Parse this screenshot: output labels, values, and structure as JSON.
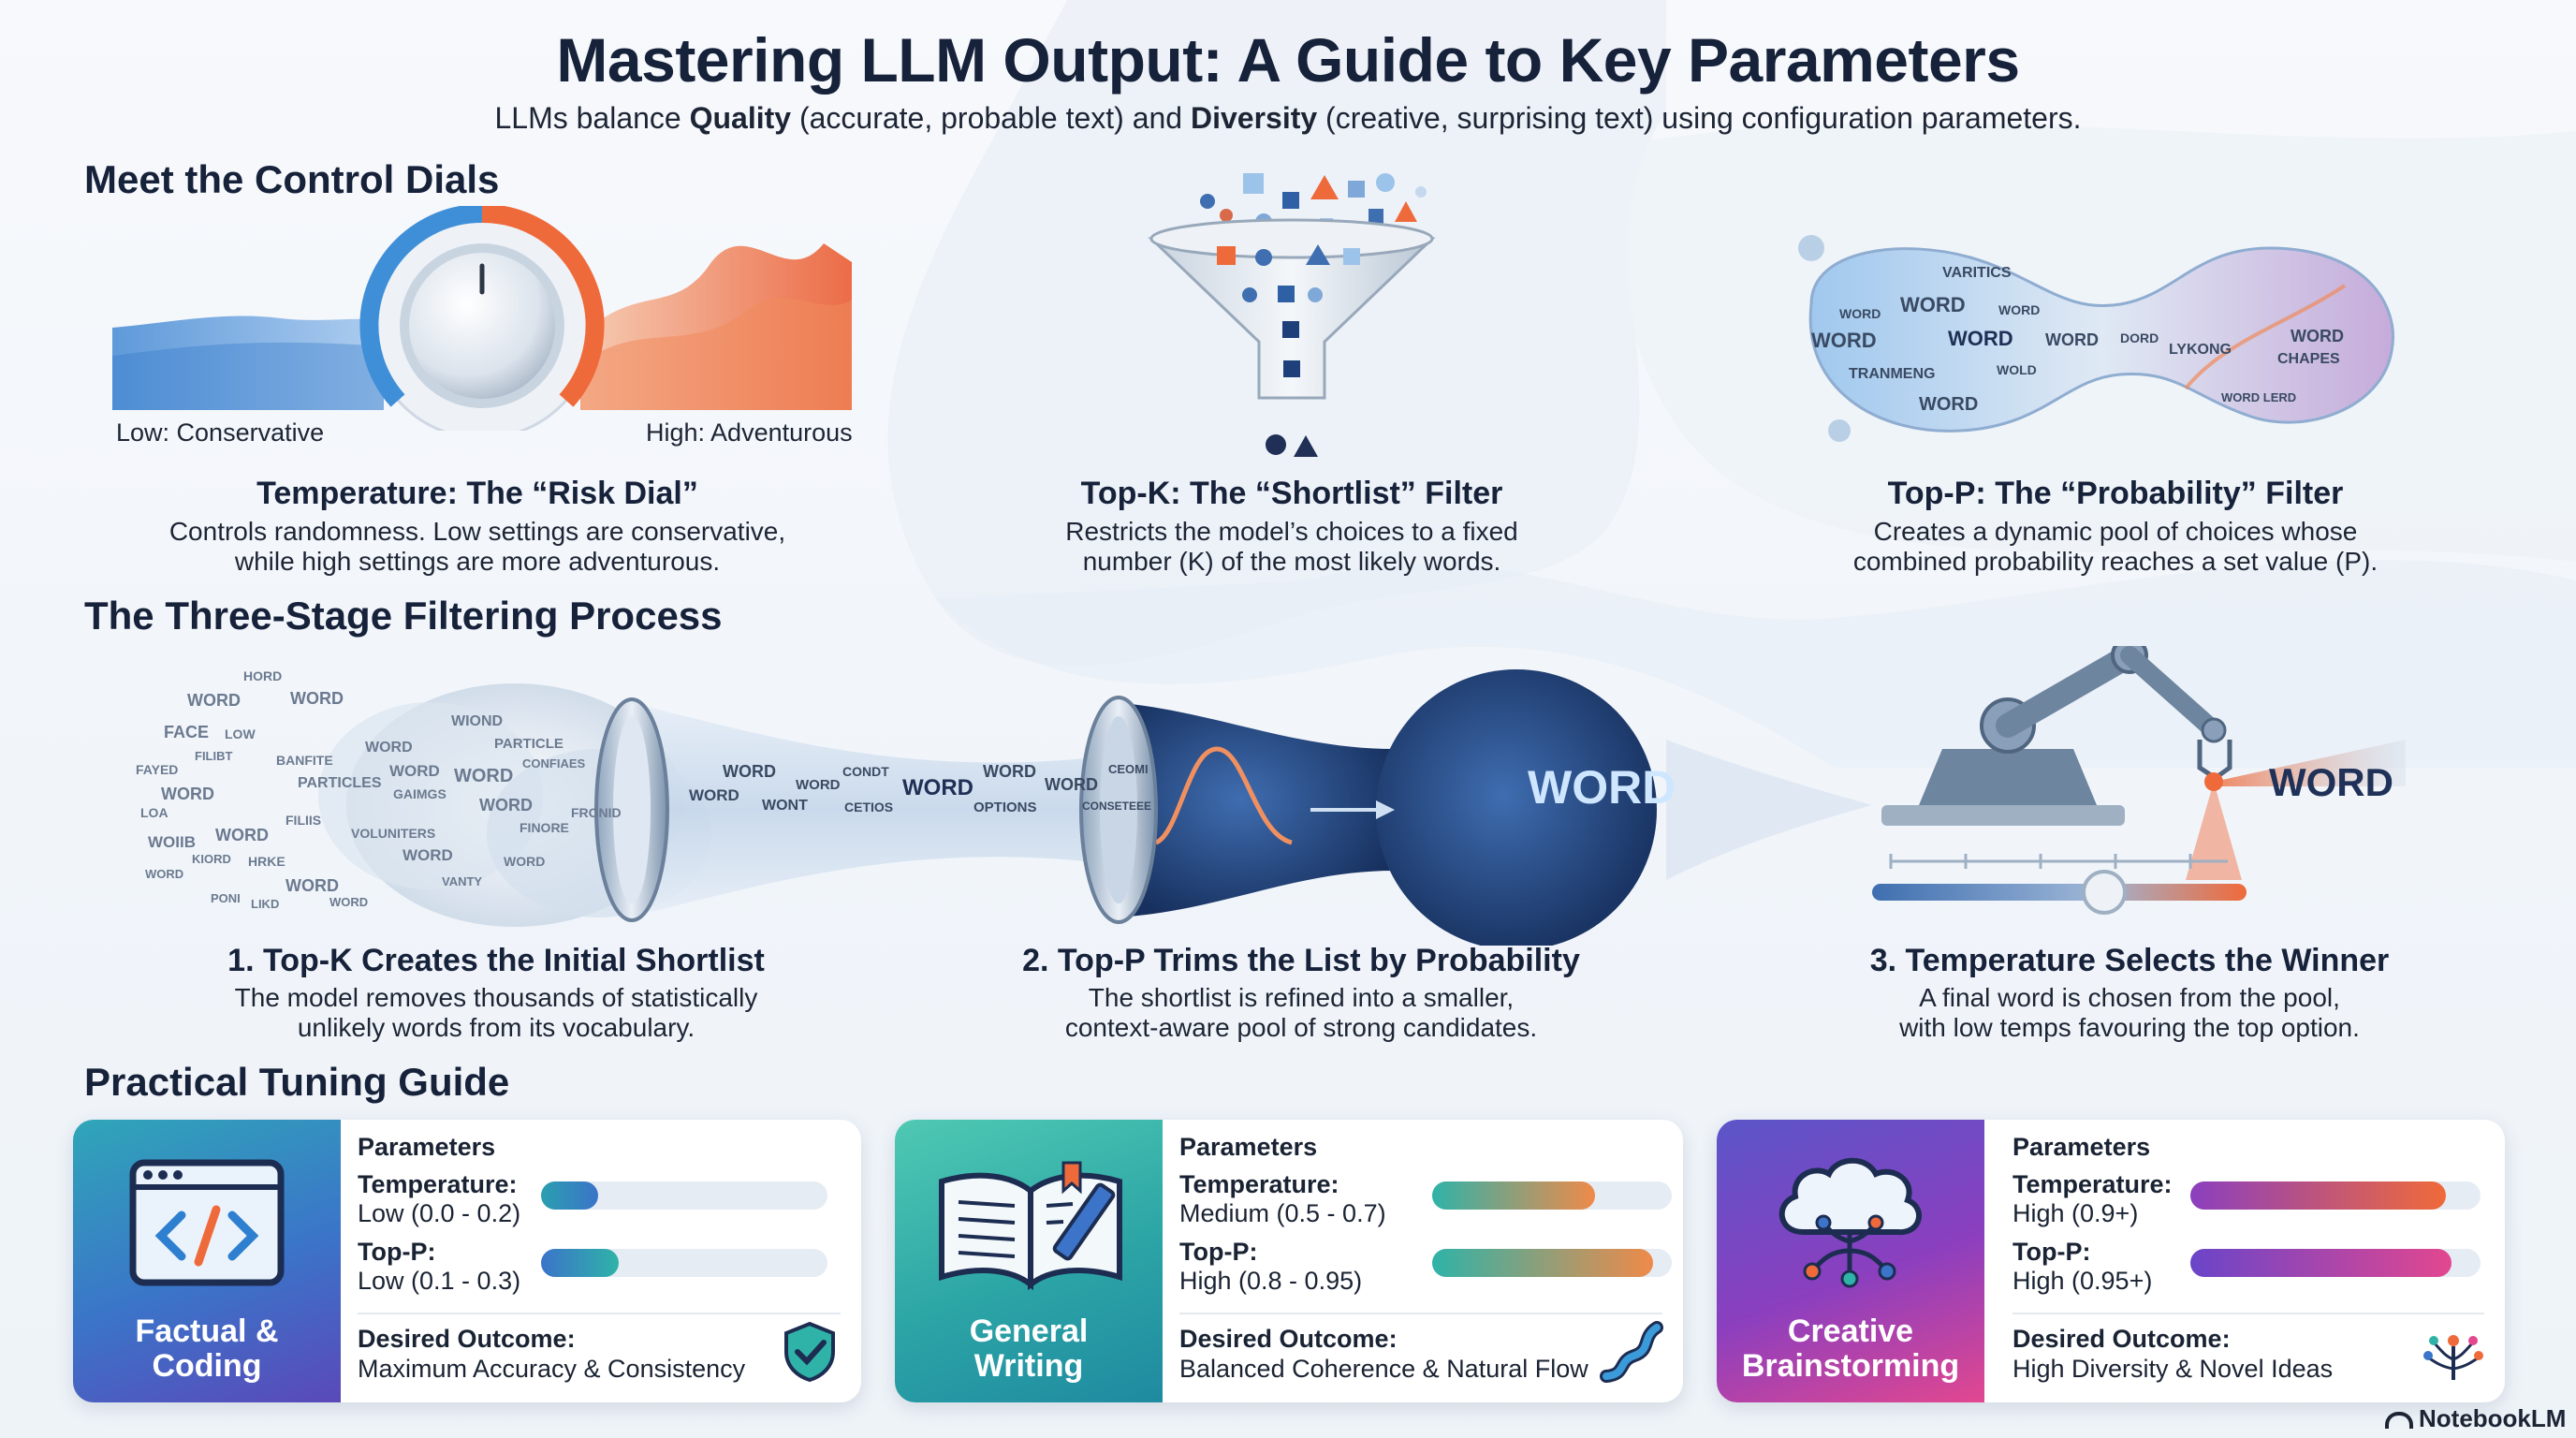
{
  "header": {
    "title": "Mastering LLM Output: A Guide to Key Parameters",
    "subtitle_parts": [
      "LLMs balance ",
      "Quality",
      " (accurate, probable text) and ",
      "Diversity",
      " (creative, surprising text) using configuration parameters."
    ]
  },
  "sections": {
    "dials": "Meet the Control Dials",
    "stages": "The Three-Stage Filtering Process",
    "tuning": "Practical Tuning Guide"
  },
  "dials": {
    "temperature": {
      "low_label": "Low: Conservative",
      "high_label": "High: Adventurous",
      "title": "Temperature: The “Risk Dial”",
      "desc_lines": [
        "Controls randomness. Low settings are conservative,",
        "while high settings are more adventurous."
      ]
    },
    "topk": {
      "title": "Top-K: The “Shortlist” Filter",
      "desc_lines": [
        "Restricts the model’s choices to a fixed",
        "number (K) of the most likely words."
      ]
    },
    "topp": {
      "title": "Top-P: The “Probability” Filter",
      "desc_lines": [
        "Creates a dynamic pool of choices whose",
        "combined probability reaches a set value (P)."
      ],
      "blob_words": [
        "VARITICS",
        "WORD",
        "WORD",
        "WORD",
        "WORD",
        "WORD",
        "WORD",
        "DORD",
        "LYKONG",
        "WORD",
        "CHAPES",
        "TRANMENG",
        "WOLD",
        "WORD",
        "WORD LERD"
      ]
    }
  },
  "stages": [
    {
      "title": "1. Top-K Creates the Initial Shortlist",
      "desc_lines": [
        "The model removes thousands of statistically",
        "unlikely words from its vocabulary."
      ]
    },
    {
      "title": "2. Top-P Trims the List by Probability",
      "desc_lines": [
        "The shortlist is refined into a smaller,",
        "context-aware pool of strong candidates."
      ]
    },
    {
      "title": "3. Temperature Selects the Winner",
      "desc_lines": [
        "A final word is chosen from the pool,",
        "with low temps favouring the top option."
      ]
    }
  ],
  "cloud_words": [
    "HORD",
    "WORD",
    "WORD",
    "FACE",
    "WIOND",
    "LOW",
    "PARTICLE",
    "CONFIAES",
    "FAYED",
    "FILIBT",
    "BANFITE",
    "WORD",
    "WORD",
    "WORD",
    "PARTICLES",
    "GAIMGS",
    "WORD",
    "WORD",
    "LOA",
    "FRONID",
    "WOIIB",
    "FILIIS",
    "VOLUNITERS",
    "FINORE",
    "WORD",
    "KIORD",
    "HRKE",
    "WORD",
    "WORD",
    "WORD",
    "VANTY",
    "PONI",
    "LIKD",
    "WORD",
    "WORD"
  ],
  "tube_words": [
    "WORD",
    "WORD",
    "CONDT",
    "WORD",
    "WORD",
    "WORD",
    "WORD",
    "WONT",
    "CETIOS",
    "OPTIONS",
    "CEOMI",
    "CONSETEEE"
  ],
  "result_word": "WORD",
  "final_word": "WORD",
  "cards": [
    {
      "label_lines": [
        "Factual &",
        "Coding"
      ],
      "params_title": "Parameters",
      "temp_label": "Temperature:",
      "temp_value": "Low (0.0 - 0.2)",
      "temp_level": 0.2,
      "topp_label": "Top-P:",
      "topp_value": "Low (0.1 - 0.3)",
      "topp_level": 0.27,
      "outcome_label": "Desired Outcome:",
      "outcome_value": "Maximum Accuracy & Consistency",
      "icon": "code-window-icon",
      "outcome_icon": "shield-check-icon"
    },
    {
      "label_lines": [
        "General",
        "Writing"
      ],
      "params_title": "Parameters",
      "temp_label": "Temperature:",
      "temp_value": "Medium (0.5 - 0.7)",
      "temp_level": 0.68,
      "topp_label": "Top-P:",
      "topp_value": "High (0.8 - 0.95)",
      "topp_level": 0.92,
      "outcome_label": "Desired Outcome:",
      "outcome_value": "Balanced Coherence & Natural Flow",
      "icon": "open-book-pen-icon",
      "outcome_icon": "river-flow-icon"
    },
    {
      "label_lines": [
        "Creative",
        "Brainstorming"
      ],
      "params_title": "Parameters",
      "temp_label": "Temperature:",
      "temp_value": "High (0.9+)",
      "temp_level": 0.88,
      "topp_label": "Top-P:",
      "topp_value": "High (0.95+)",
      "topp_level": 0.9,
      "outcome_label": "Desired Outcome:",
      "outcome_value": "High Diversity & Novel Ideas",
      "icon": "brain-cloud-network-icon",
      "outcome_icon": "idea-tree-icon"
    }
  ],
  "brand": "NotebookLM",
  "colors": {
    "title": "#16213a",
    "cool": "#3f8fd8",
    "warm": "#ef6a3a",
    "teal": "#2fb3a8",
    "purple": "#8b3fbf",
    "magenta": "#e2478f"
  }
}
